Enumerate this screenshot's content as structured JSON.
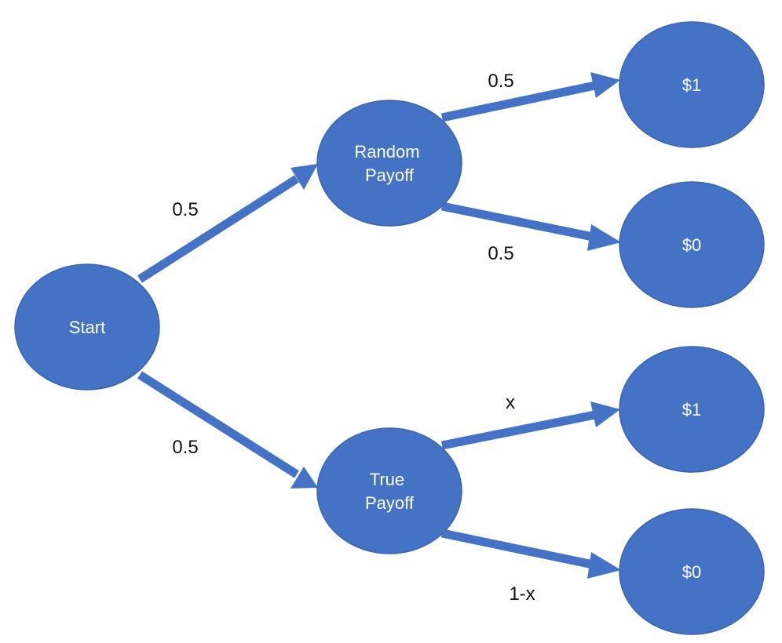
{
  "diagram": {
    "nodes": {
      "start": {
        "label": "Start"
      },
      "random_payoff": {
        "line1": "Random",
        "line2": "Payoff"
      },
      "true_payoff": {
        "line1": "True",
        "line2": "Payoff"
      },
      "random_win": {
        "label": "$1"
      },
      "random_lose": {
        "label": "$0"
      },
      "true_win": {
        "label": "$1"
      },
      "true_lose": {
        "label": "$0"
      }
    },
    "edges": {
      "start_to_random": {
        "label": "0.5"
      },
      "start_to_true": {
        "label": "0.5"
      },
      "random_to_win": {
        "label": "0.5"
      },
      "random_to_lose": {
        "label": "0.5"
      },
      "true_to_win": {
        "label": "x"
      },
      "true_to_lose": {
        "label": "1-x"
      }
    },
    "colors": {
      "node_fill": "#4472C4",
      "edge": "#4472C4",
      "node_text": "#ffffff",
      "edge_text": "#111111"
    }
  }
}
